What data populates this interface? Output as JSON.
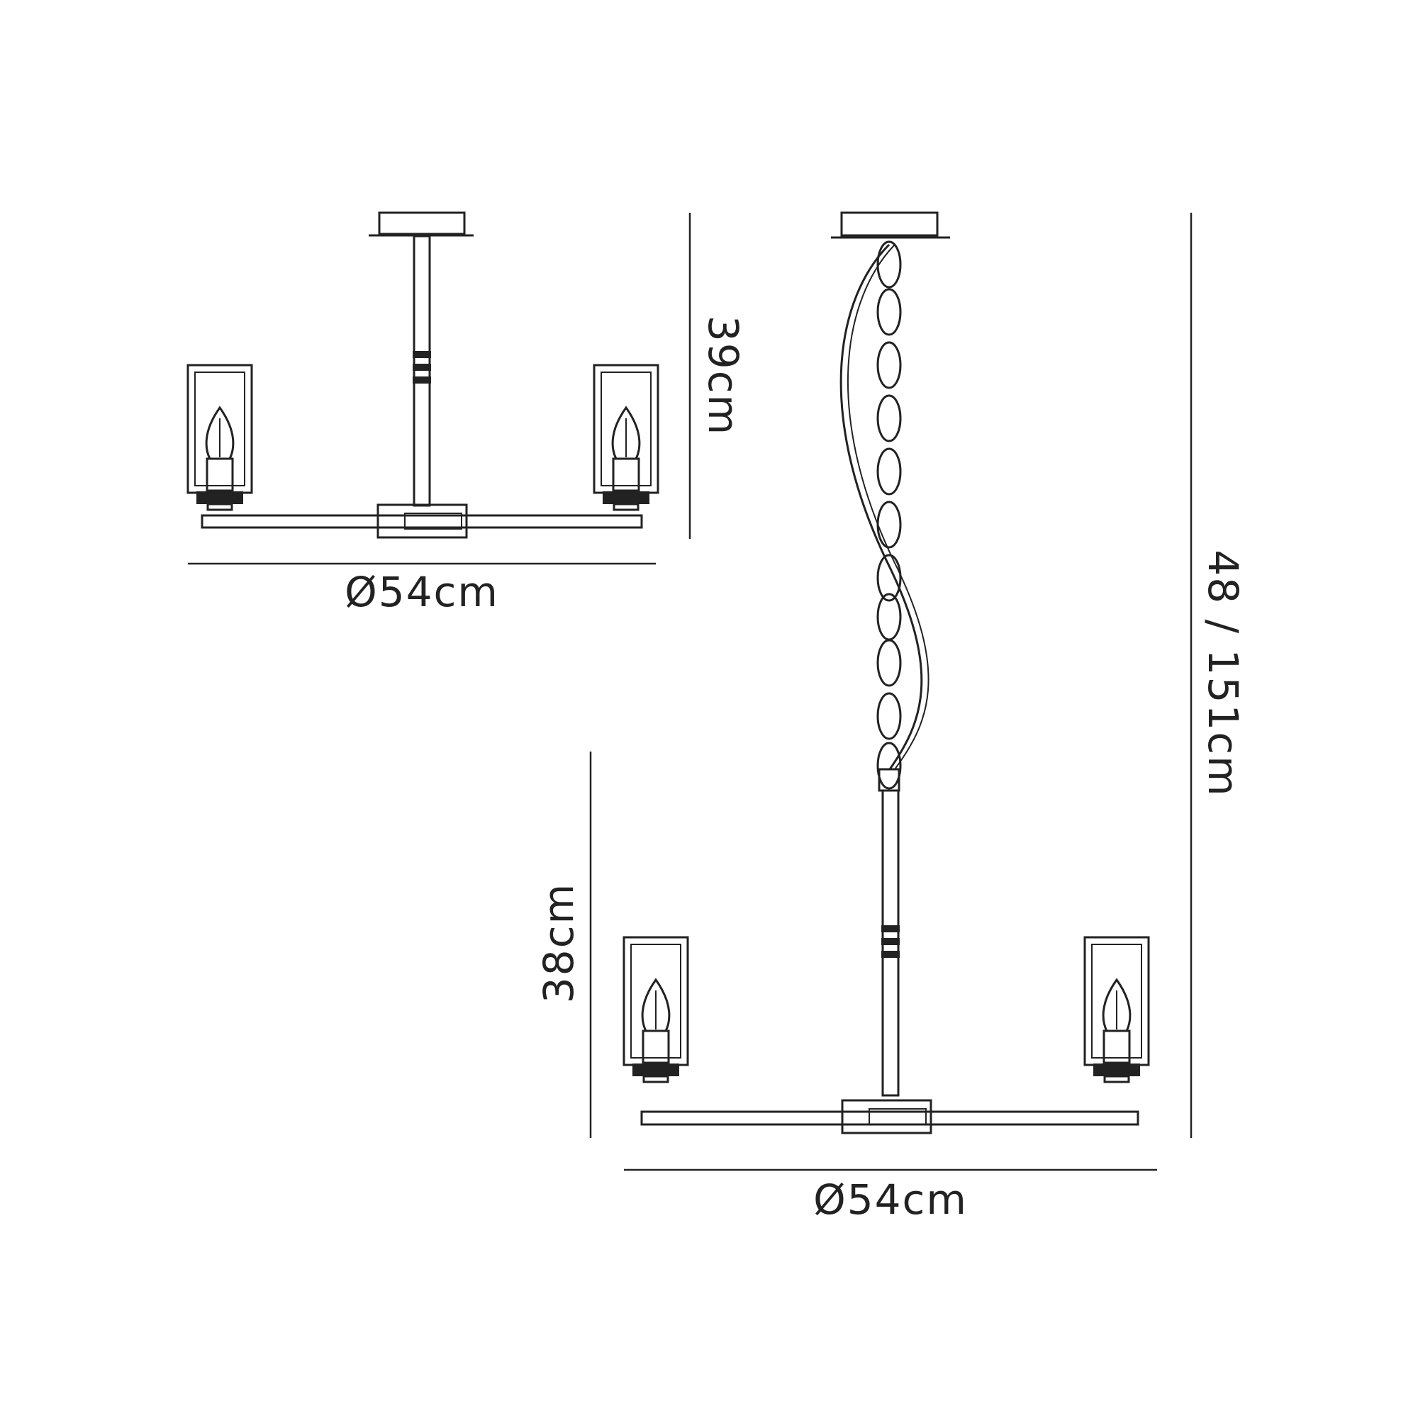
{
  "diagram": {
    "flush_fitting": {
      "height_label": "39cm",
      "diameter_label": "Ø54cm"
    },
    "pendant_fitting": {
      "total_height_label": "48 / 151cm",
      "body_height_label": "38cm",
      "diameter_label": "Ø54cm"
    }
  }
}
